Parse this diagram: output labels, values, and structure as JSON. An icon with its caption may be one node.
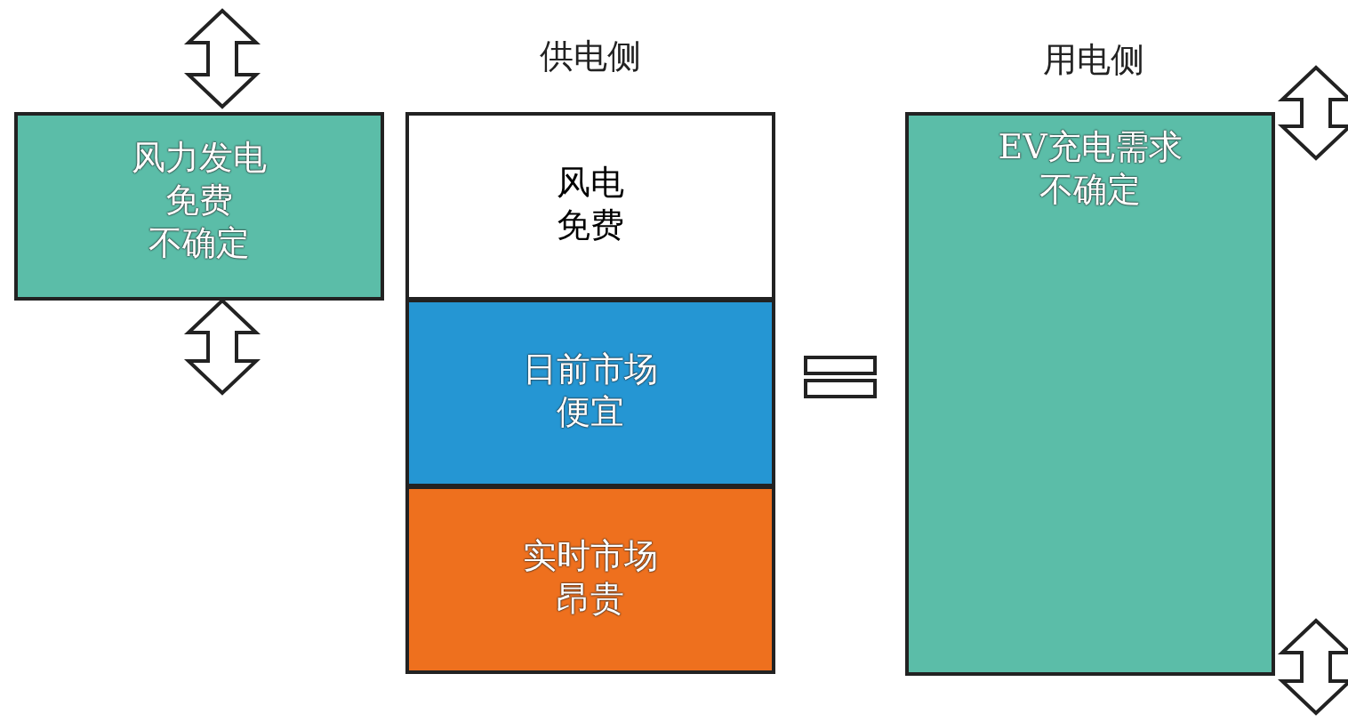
{
  "diagram": {
    "nodes": [
      {
        "text": [
          "风力发电",
          "免费",
          "不确定"
        ]
      },
      {
        "text": [
          "风电",
          "免费"
        ]
      },
      {
        "text": [
          "日前市场",
          "便宜"
        ]
      },
      {
        "text": [
          "实时市场",
          "昂贵"
        ]
      },
      {
        "text": [
          "用电侧",
          "EV充电需求",
          "不确定"
        ]
      }
    ],
    "labels": [
      "供电侧"
    ]
  }
}
